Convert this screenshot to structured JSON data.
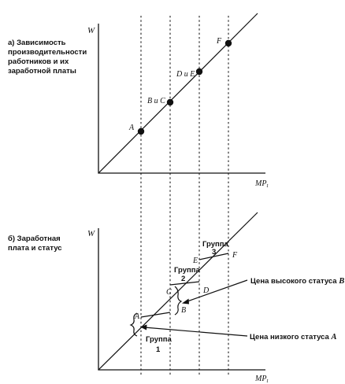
{
  "panel_a": {
    "caption": [
      "а) Зависимость",
      "производительности",
      "работников и их",
      "заработной платы"
    ],
    "y_axis": "W",
    "x_axis": "MP",
    "x_axis_sub": "t",
    "points": {
      "A": "A",
      "BC": "B и C",
      "DE": "D и E",
      "F": "F"
    }
  },
  "panel_b": {
    "caption": [
      "б) Заработная",
      "плата и статус"
    ],
    "y_axis": "W",
    "x_axis": "MP",
    "x_axis_sub": "t",
    "groups": [
      {
        "line1": "Группа",
        "line2": "1"
      },
      {
        "line1": "Группа",
        "line2": "2"
      },
      {
        "line1": "Группа",
        "line2": "3"
      }
    ],
    "points": {
      "A": "A",
      "B": "B",
      "C": "C",
      "D": "D",
      "E": "E",
      "F": "F"
    },
    "high_status_label": "Цена высокого статуса",
    "high_status_letter": "B",
    "low_status_label": "Цена низкого статуса",
    "low_status_letter": "A"
  }
}
